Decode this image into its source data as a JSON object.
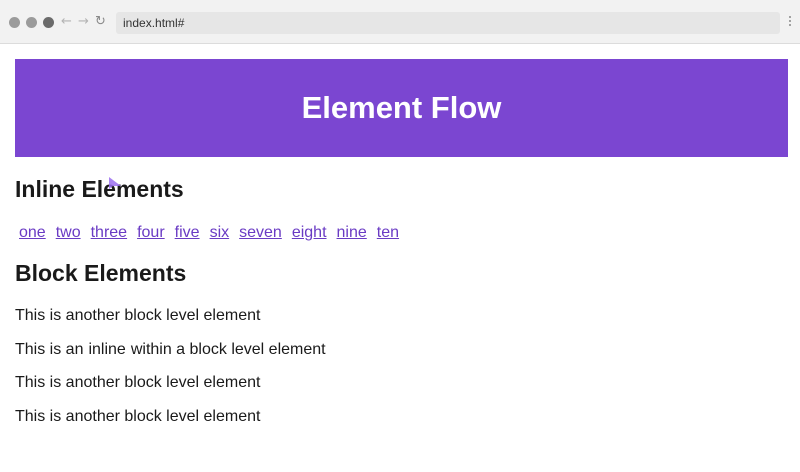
{
  "browser": {
    "url": "index.html#",
    "icons": [
      "close-dot",
      "minimize-dot",
      "maximize-dot",
      "back-arrow",
      "forward-arrow",
      "reload",
      "kebab-menu"
    ]
  },
  "colors": {
    "banner": "#7b46d1",
    "link": "#6a3bc4",
    "cursor": "#9b6ef0"
  },
  "page": {
    "banner_title": "Element Flow",
    "inline_heading": "Inline Elements",
    "inline_links": [
      "one",
      "two",
      "three",
      "four",
      "five",
      "six",
      "seven",
      "eight",
      "nine",
      "ten"
    ],
    "block_heading": "Block Elements",
    "block_line_1": "This is another block level element",
    "block_line_2_before": "This is an",
    "block_line_2_inline": "inline",
    "block_line_2_after": "within a block level element",
    "block_line_3": "This is another block level element",
    "block_line_4": "This is another block level element"
  }
}
